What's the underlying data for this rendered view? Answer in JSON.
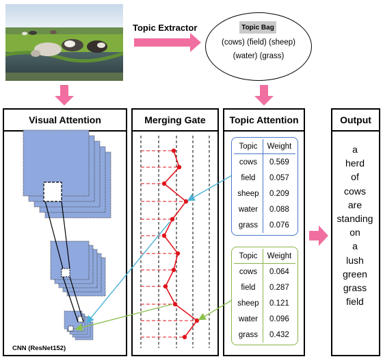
{
  "image_alt": "cows drinking at a pond",
  "topic_extractor_label": "Topic Extractor",
  "topic_bag": {
    "title": "Topic Bag",
    "line1": "(cows) (field) (sheep)",
    "line2": "(water) (grass)"
  },
  "panels": {
    "visual_attention": "Visual Attention",
    "merging_gate": "Merging  Gate",
    "topic_attention": "Topic Attention",
    "output": "Output"
  },
  "cnn_label": "CNN (ResNet152)",
  "table_headers": [
    "Topic",
    "Weight"
  ],
  "table_top": [
    {
      "topic": "cows",
      "weight": "0.569"
    },
    {
      "topic": "field",
      "weight": "0.057"
    },
    {
      "topic": "sheep",
      "weight": "0.209"
    },
    {
      "topic": "water",
      "weight": "0.088"
    },
    {
      "topic": "grass",
      "weight": "0.076"
    }
  ],
  "table_bottom": [
    {
      "topic": "cows",
      "weight": "0.064"
    },
    {
      "topic": "field",
      "weight": "0.287"
    },
    {
      "topic": "sheep",
      "weight": "0.121"
    },
    {
      "topic": "water",
      "weight": "0.096"
    },
    {
      "topic": "grass",
      "weight": "0.432"
    }
  ],
  "output_words": [
    "a",
    "herd",
    "of",
    "cows",
    "are",
    "standing",
    "on",
    "a",
    "lush",
    "green",
    "grass",
    "field"
  ],
  "colors": {
    "pink_arrow": "#f06fa0",
    "blue_table": "#4a78c9",
    "green_table": "#8ab54a",
    "blue_arrow": "#4fb3d6",
    "green_arrow": "#8cc152",
    "feature_map": "#8fa8dd",
    "gate_red": "#e0141c"
  },
  "icons": [
    "down-arrow-icon",
    "right-arrow-icon"
  ]
}
